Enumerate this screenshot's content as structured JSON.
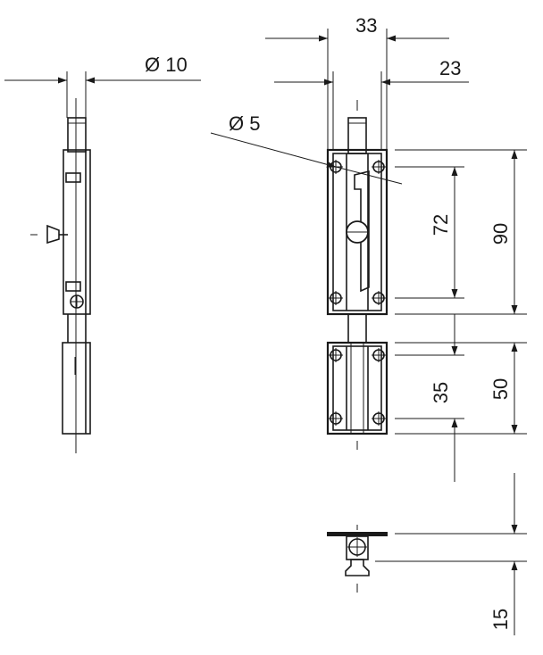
{
  "dimensions": {
    "diameter_pin": "Ø 10",
    "diameter_hole": "Ø 5",
    "width_outer": "33",
    "width_inner": "23",
    "height_upper_plate": "90",
    "hole_spacing_upper": "72",
    "height_lower_plate": "50",
    "hole_spacing_lower": "35",
    "depth": "15"
  },
  "colors": {
    "line": "#1a1a1a",
    "background": "#ffffff"
  }
}
